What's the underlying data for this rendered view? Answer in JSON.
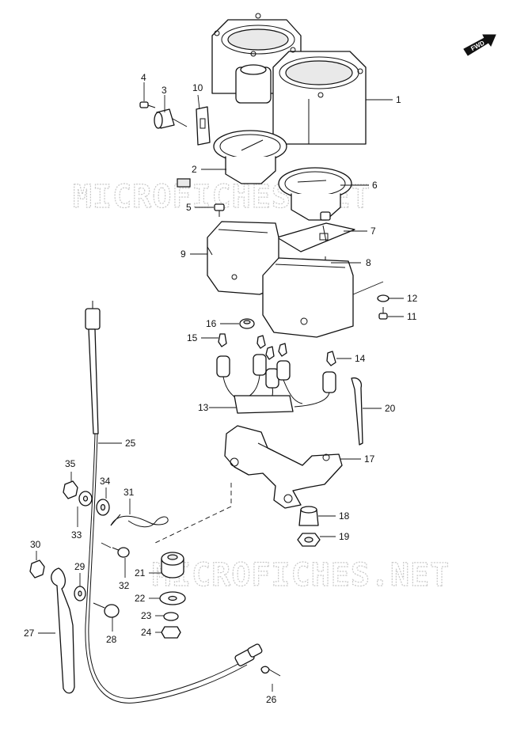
{
  "watermark": "MICROFICHES.NET",
  "direction_badge": "FWD",
  "callouts": [
    "1",
    "2",
    "3",
    "4",
    "5",
    "6",
    "7",
    "8",
    "9",
    "10",
    "11",
    "12",
    "13",
    "14",
    "15",
    "16",
    "17",
    "18",
    "19",
    "20",
    "21",
    "22",
    "23",
    "24",
    "25",
    "26",
    "27",
    "28",
    "29",
    "30",
    "31",
    "32",
    "33",
    "34",
    "35"
  ]
}
